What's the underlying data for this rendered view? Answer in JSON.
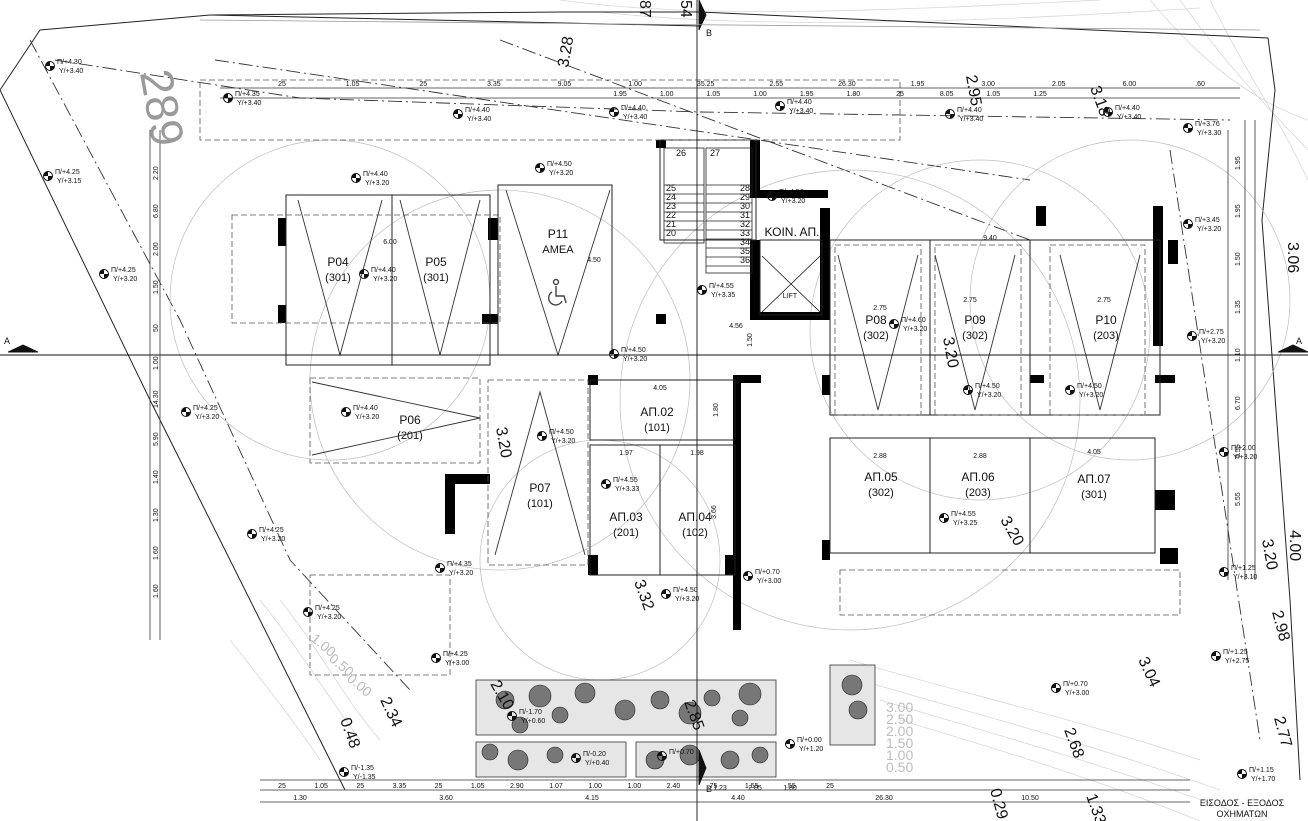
{
  "plan": {
    "big_number": "289",
    "rooms": [
      {
        "name": "P04",
        "code": "(301)"
      },
      {
        "name": "P05",
        "code": "(301)"
      },
      {
        "name": "P11",
        "code": "AMEA"
      },
      {
        "name": "P06",
        "code": "(201)"
      },
      {
        "name": "P07",
        "code": "(101)"
      },
      {
        "name": "P08",
        "code": "(302)"
      },
      {
        "name": "P09",
        "code": "(302)"
      },
      {
        "name": "P10",
        "code": "(203)"
      },
      {
        "name": "ΑΠ.02",
        "code": "(101)"
      },
      {
        "name": "ΑΠ.03",
        "code": "(201)"
      },
      {
        "name": "ΑΠ.04",
        "code": "(102)"
      },
      {
        "name": "ΑΠ.05",
        "code": "(302)"
      },
      {
        "name": "ΑΠ.06",
        "code": "(203)"
      },
      {
        "name": "ΑΠ.07",
        "code": "(301)"
      }
    ],
    "koin": "ΚΟΙΝ. ΑΠ.",
    "lift": "LIFT",
    "stair_left": [
      "26",
      "25",
      "24",
      "23",
      "22",
      "21",
      "20"
    ],
    "stair_right": [
      "27",
      "28",
      "29",
      "30",
      "31",
      "32",
      "33",
      "34",
      "35",
      "36"
    ],
    "levels": [
      {
        "p": "Π/+4.30",
        "y": "Υ/+3.40"
      },
      {
        "p": "Π/+4.35",
        "y": "Υ/+3.40"
      },
      {
        "p": "Π/+4.40",
        "y": "Υ/+3.40"
      },
      {
        "p": "Π/+4.40",
        "y": "Υ/+3.40"
      },
      {
        "p": "Π/+4.40",
        "y": "Υ/+3.40"
      },
      {
        "p": "Π/+4.40",
        "y": "Υ/+3.40"
      },
      {
        "p": "Π/+4.40",
        "y": "Υ/+3.40"
      },
      {
        "p": "Π/+3.76",
        "y": "Υ/+3.30"
      },
      {
        "p": "Π/+4.25",
        "y": "Υ/+3.15"
      },
      {
        "p": "Π/+4.40",
        "y": "Υ/+3.20"
      },
      {
        "p": "Π/+4.50",
        "y": "Υ/+3.20"
      },
      {
        "p": "Π/+4.50",
        "y": "Υ/+3.20"
      },
      {
        "p": "Π/+3.45",
        "y": "Υ/+3.20"
      },
      {
        "p": "Π/+4.25",
        "y": "Υ/+3.20"
      },
      {
        "p": "Π/+4.40",
        "y": "Υ/+3.20"
      },
      {
        "p": "Π/+4.55",
        "y": "Υ/+3.35"
      },
      {
        "p": "Π/+4.50",
        "y": "Υ/+3.20"
      },
      {
        "p": "Π/+4.60",
        "y": "Υ/+3.20"
      },
      {
        "p": "Π/+2.75",
        "y": "Υ/+3.20"
      },
      {
        "p": "Π/+4.25",
        "y": "Υ/+3.20"
      },
      {
        "p": "Π/+4.40",
        "y": "Υ/+3.20"
      },
      {
        "p": "Π/+4.50",
        "y": "Υ/+3.20"
      },
      {
        "p": "Π/+4.50",
        "y": "Υ/+3.20"
      },
      {
        "p": "Π/+4.50",
        "y": "Υ/+3.20"
      },
      {
        "p": "Π/+4.55",
        "y": "Υ/+3.33"
      },
      {
        "p": "Π/+2.00",
        "y": "Υ/+3.20"
      },
      {
        "p": "Π/+4.55",
        "y": "Υ/+3.25"
      },
      {
        "p": "Π/+4.25",
        "y": "Υ/+3.20"
      },
      {
        "p": "Π/+4.35",
        "y": "Υ/+3.20"
      },
      {
        "p": "Π/+0.70",
        "y": "Υ/+3.00"
      },
      {
        "p": "Π/+1.25",
        "y": "Υ/+3.10"
      },
      {
        "p": "Π/+4.50",
        "y": "Υ/+3.20"
      },
      {
        "p": "Π/+4.25",
        "y": "Υ/+3.20"
      },
      {
        "p": "Π/+4.25",
        "y": "Υ/+3.00"
      },
      {
        "p": "Π/+1.25",
        "y": "Υ/+2.75"
      },
      {
        "p": "Π/+0.70",
        "y": "Υ/+3.00"
      },
      {
        "p": "Π/-1.70",
        "y": "Υ/+0.60"
      },
      {
        "p": "Π/+0.00",
        "y": "Υ/+1.20"
      },
      {
        "p": "Π/-0.20",
        "y": "Υ/+0.40"
      },
      {
        "p": "Π/+0.70",
        "y": ""
      },
      {
        "p": "Π/-1.35",
        "y": "Υ/-1.35"
      },
      {
        "p": "Π/+1.15",
        "y": "Υ/+1.70"
      }
    ],
    "big_levels": [
      "3.28",
      "2.95",
      "3.18",
      "3.06",
      "3.20",
      "3.20",
      "3.20",
      "3.20",
      "3.32",
      "3.04",
      "2.98",
      "2.77",
      "2.68",
      "2.34",
      "2.85",
      "2.10",
      "0.48",
      "1.33",
      "0.29",
      "87",
      "54",
      "4.00"
    ],
    "top_dims_row1": [
      "25",
      "1.05",
      "25",
      "3.35",
      "9.05",
      "1.00",
      "35.25",
      "2.55",
      "26.30",
      "1.95",
      "3.00",
      "2.05",
      "6.00",
      ".60"
    ],
    "top_dims_row2": [
      "1.95",
      "1.00",
      "1.05",
      "1.00",
      "1.95",
      "1.80",
      "25",
      "8.05",
      "1.05",
      "1.25"
    ],
    "inner_dims": [
      "6.00",
      "4.50",
      "9.40",
      "4.05",
      "4.56",
      "2.88",
      "2.88",
      "4.05",
      "1.97",
      "1.98",
      "1.80",
      "3.66",
      "1.50",
      "2.75",
      "2.75",
      "2.75"
    ],
    "bottom_dims_row1": [
      "25",
      "1.05",
      "25",
      "3.35",
      "25",
      "1.05",
      "2.90",
      "1.07",
      "1.00",
      "1.00",
      "2.40",
      ".75",
      "1.55",
      ".55",
      "25"
    ],
    "bottom_dims_row2": [
      "1.30",
      "3.60",
      "4.15",
      "4.40",
      "26.30",
      "10.50"
    ],
    "bottom_dims_row3": [
      "1.23",
      "2.05",
      "1.80"
    ],
    "left_dims": [
      "2.20",
      "6.80",
      "2.00",
      "1.50",
      "50",
      "1.00",
      "14.30",
      "5.90",
      "1.40",
      "1.30",
      "1.60",
      "1.60"
    ],
    "right_dims": [
      "1.95",
      "1.95",
      "1.50",
      "1.35",
      "1.10",
      "6.70",
      "5.55",
      "5.55"
    ],
    "section_marks": [
      "A",
      "A",
      "B",
      "B"
    ],
    "contours": [
      "3.00",
      "2.50",
      "2.00",
      "1.50",
      "1.00",
      "0.50"
    ],
    "contours_left": [
      "1.00",
      "0.50",
      "0.00"
    ],
    "entrance_line1": "ΕΙΣΟΔΟΣ - ΕΞΟΔΟΣ",
    "entrance_line2": "ΟΧΗΜΑΤΩΝ"
  }
}
